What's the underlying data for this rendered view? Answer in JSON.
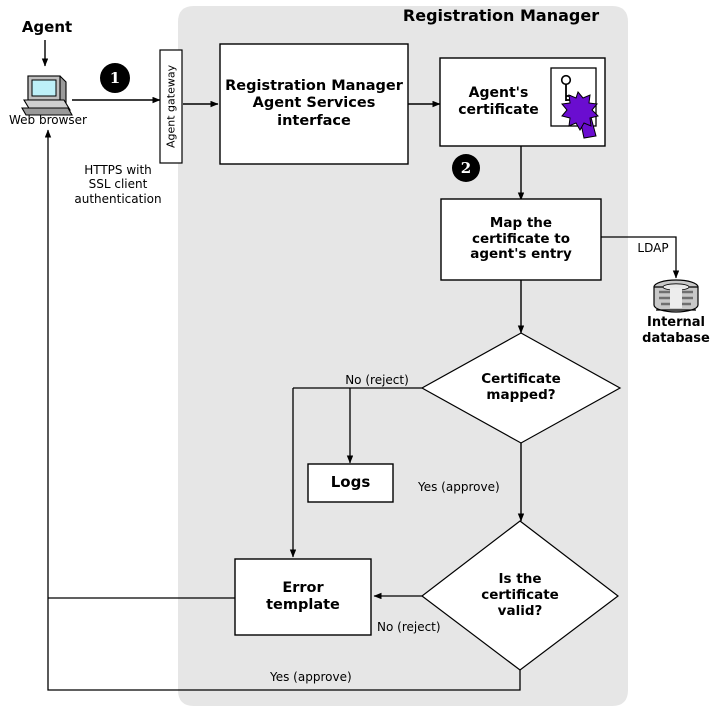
{
  "diagram": {
    "title": "Registration Manager",
    "panel_color": "#e6e6e6",
    "accent_color": "#6a0dd0",
    "line_color": "#000000"
  },
  "external": {
    "agent_label": "Agent",
    "browser_label": "Web browser",
    "https_label_line1": "HTTPS with",
    "https_label_line2": "SSL client",
    "https_label_line3": "authentication"
  },
  "gateway": {
    "label": "Agent gateway"
  },
  "steps": [
    {
      "number": "1"
    },
    {
      "number": "2"
    }
  ],
  "nodes": {
    "rm_interface": {
      "line1": "Registration Manager",
      "line2": "Agent Services",
      "line3": "interface"
    },
    "agent_certificate": {
      "line1": "Agent's",
      "line2": "certificate"
    },
    "map_certificate": {
      "line1": "Map the",
      "line2": "certificate to",
      "line3": "agent's entry"
    },
    "internal_database": {
      "line1": "Internal",
      "line2": "database"
    },
    "logs": {
      "label": "Logs"
    },
    "error_template": {
      "line1": "Error",
      "line2": "template"
    }
  },
  "decisions": {
    "certificate_mapped": {
      "line1": "Certificate",
      "line2": "mapped?"
    },
    "certificate_valid": {
      "line1": "Is the",
      "line2": "certificate",
      "line3": "valid?"
    }
  },
  "edges": {
    "ldap": "LDAP",
    "mapped_no": "No (reject)",
    "mapped_yes": "Yes (approve)",
    "valid_no": "No (reject)",
    "valid_yes": "Yes (approve)"
  }
}
